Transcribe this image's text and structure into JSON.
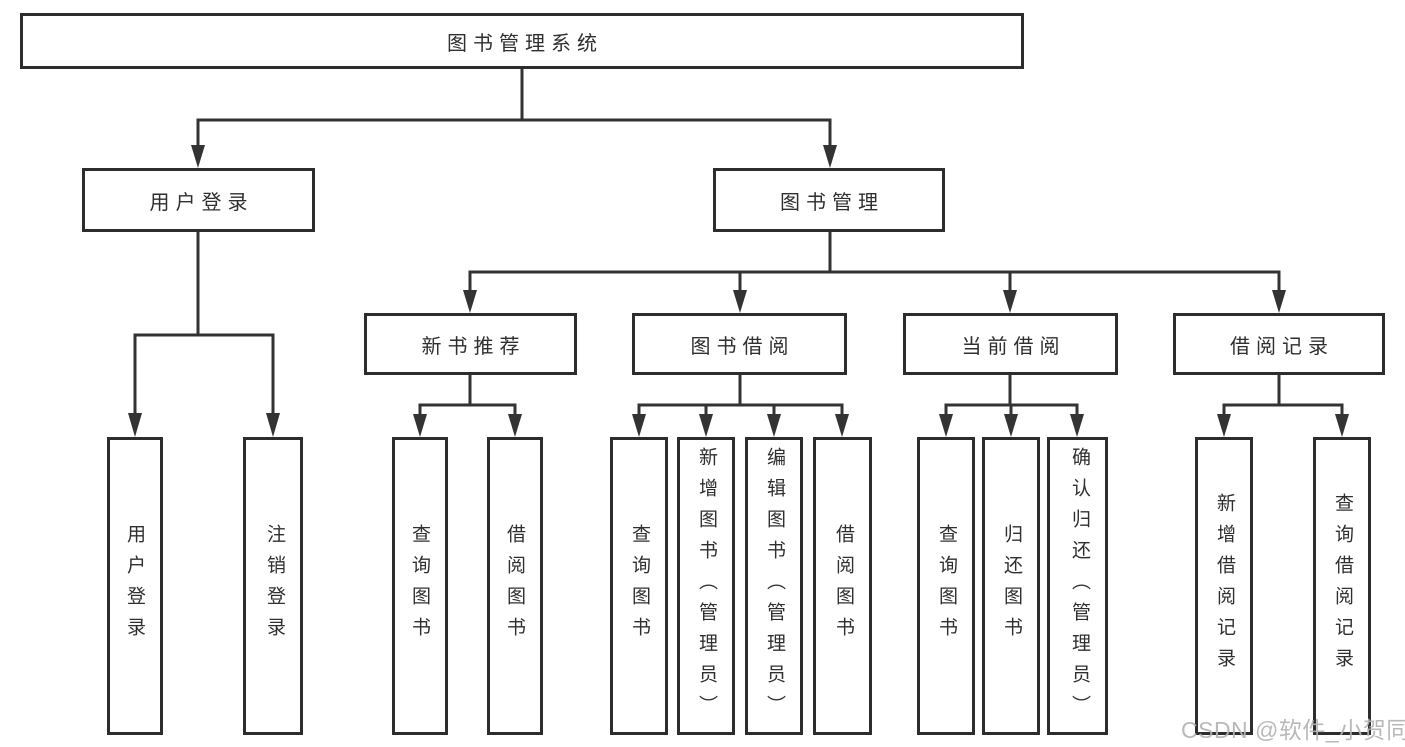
{
  "diagram": {
    "tree": {
      "label": "图书管理系统",
      "children": [
        {
          "label": "用户登录",
          "children": [
            {
              "label": "用户登录"
            },
            {
              "label": "注销登录"
            }
          ]
        },
        {
          "label": "图书管理",
          "children": [
            {
              "label": "新书推荐",
              "children": [
                {
                  "label": "查询图书"
                },
                {
                  "label": "借阅图书"
                }
              ]
            },
            {
              "label": "图书借阅",
              "children": [
                {
                  "label": "查询图书"
                },
                {
                  "label": "新增图书（管理员）"
                },
                {
                  "label": "编辑图书（管理员）"
                },
                {
                  "label": "借阅图书"
                }
              ]
            },
            {
              "label": "当前借阅",
              "children": [
                {
                  "label": "查询图书"
                },
                {
                  "label": "归还图书"
                },
                {
                  "label": "确认归还（管理员）"
                }
              ]
            },
            {
              "label": "借阅记录",
              "children": [
                {
                  "label": "新增借阅记录"
                },
                {
                  "label": "查询借阅记录"
                }
              ]
            }
          ]
        }
      ]
    },
    "colors": {
      "line": "#333333",
      "box_border": "#2d2d2d",
      "text": "#2f2f2f",
      "watermark": "#b4b4b4",
      "background": "#ffffff"
    }
  },
  "watermark": {
    "text": "CSDN @软件_小贺同学"
  }
}
